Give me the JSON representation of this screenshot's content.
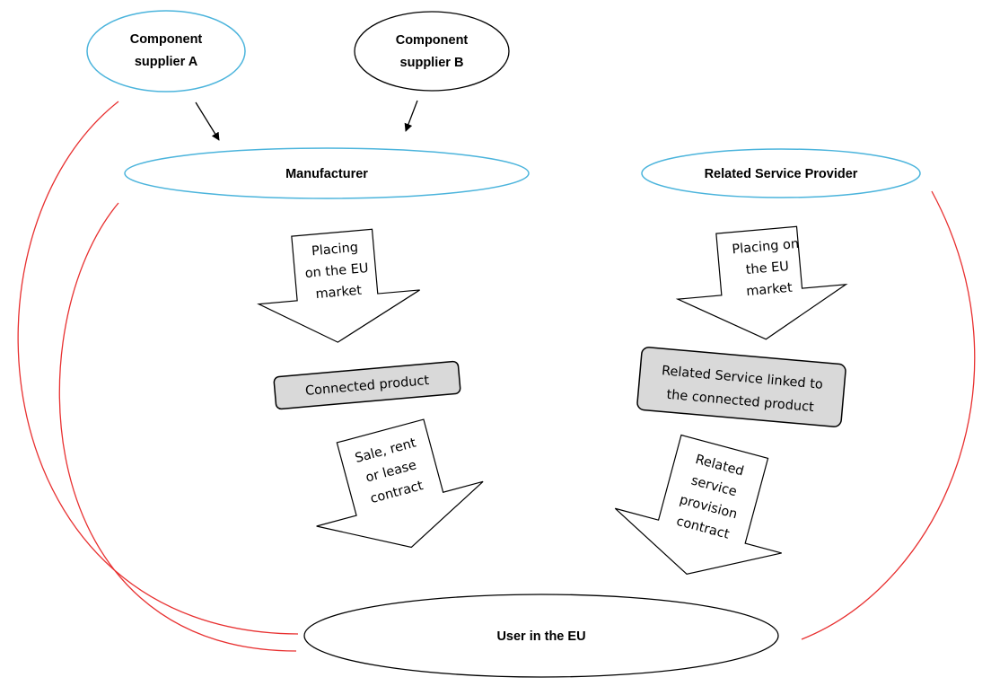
{
  "nodes": {
    "supplier_a": [
      "Component",
      "supplier A"
    ],
    "supplier_b": [
      "Component",
      "supplier B"
    ],
    "manufacturer": "Manufacturer",
    "service_provider": "Related Service Provider",
    "user": "User in the EU",
    "connected_product": "Connected product",
    "related_service": [
      "Related Service linked to",
      "the connected product"
    ]
  },
  "arrows": {
    "placing_left": [
      "Placing",
      "on the EU",
      "market"
    ],
    "placing_right": [
      "Placing on",
      "the EU",
      "market"
    ],
    "sale_contract": [
      "Sale, rent",
      "or lease",
      "contract"
    ],
    "service_contract": [
      "Related",
      "service",
      "provision",
      "contract"
    ]
  },
  "colors": {
    "blue_outline": "#4bb4dc",
    "black_outline": "#000000",
    "red_curve": "#e83030",
    "box_fill": "#d9d9d9"
  }
}
